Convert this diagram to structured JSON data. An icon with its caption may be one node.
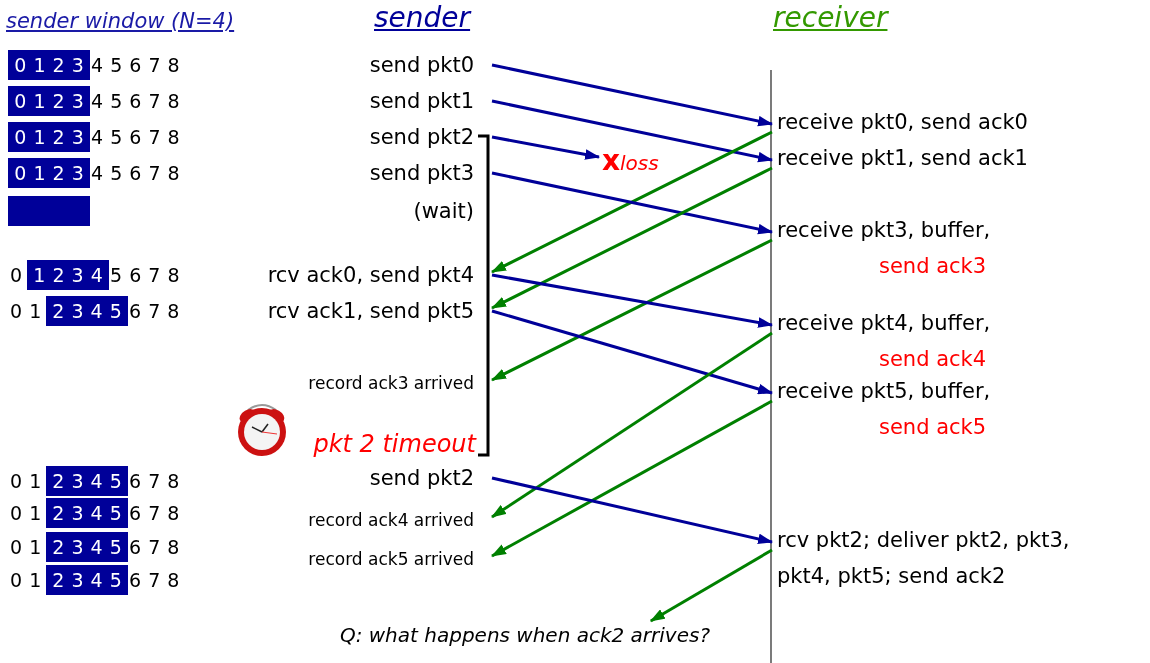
{
  "diagram": {
    "nodes": [
      {
        "text": [
          "0 1 2 3"
        ]
      },
      {
        "text": [
          "0 1 2 3"
        ]
      },
      {
        "text": [
          "0 1 2 3"
        ]
      },
      {
        "text": [
          "0 1 2 3"
        ]
      },
      {
        "text": [],
        "shape": "box"
      },
      {
        "text": [
          "1 2 3 4"
        ]
      },
      {
        "text": [
          "2 3 4 5"
        ]
      },
      {
        "text": [
          "2 3 4 5"
        ]
      },
      {
        "text": [
          "2 3 4 5"
        ]
      },
      {
        "text": [
          "2 3 4 5"
        ]
      },
      {
        "text": [
          "2 3 4 5"
        ]
      },
      {
        "text": [
          "send pkt0"
        ]
      },
      {
        "text": [
          "send pkt1"
        ]
      },
      {
        "text": [
          "send pkt2"
        ]
      },
      {
        "text": [
          "send pkt3"
        ]
      },
      {
        "text": [
          "rcv ack0, send pkt4"
        ]
      },
      {
        "text": [
          "rcv ack1, send pkt5"
        ]
      },
      {
        "text": [
          "record ack3 arrived"
        ]
      },
      {
        "text": [
          "send pkt2"
        ]
      },
      {
        "text": [
          "record ack4 arrived"
        ]
      },
      {
        "text": [
          "record ack5 arrived"
        ]
      },
      {
        "text": [
          "x",
          "loss"
        ]
      },
      {
        "text": [
          "receive pkt0, send ack0"
        ]
      },
      {
        "text": [
          "receive pkt1, send ack1"
        ]
      },
      {
        "text": [
          "receive pkt3, buffer,",
          "send ack3"
        ]
      },
      {
        "text": [
          "receive pkt4, buffer,",
          "send ack4"
        ]
      },
      {
        "text": [
          "receive pkt5, buffer,",
          "send ack5"
        ]
      },
      {
        "text": [
          "rcv pkt2; deliver pkt2, pkt3, pkt4, pkt5; send ack2"
        ]
      },
      {
        "text": [
          "Q: what happens when ack2 arrives?"
        ]
      }
    ],
    "edges": [
      {
        "from": 11,
        "to": 22,
        "arrow": "to"
      },
      {
        "from": 12,
        "to": 23,
        "arrow": "to"
      },
      {
        "from": 13,
        "to": 21,
        "arrow": "to"
      },
      {
        "from": 22,
        "to": 15,
        "arrow": "to",
        "color": "#008000"
      },
      {
        "from": 14,
        "to": 24,
        "arrow": "to"
      },
      {
        "from": 23,
        "to": 16,
        "arrow": "to",
        "color": "#008000"
      },
      {
        "from": 24,
        "to": 17,
        "arrow": "to",
        "color": "#008000"
      },
      {
        "from": 15,
        "to": 25,
        "arrow": "to"
      },
      {
        "from": 16,
        "to": 26,
        "arrow": "to"
      },
      {
        "from": 25,
        "to": 19,
        "arrow": "to",
        "color": "#008000"
      },
      {
        "from": 26,
        "to": 20,
        "arrow": "to",
        "color": "#008000"
      },
      {
        "from": 18,
        "to": 27,
        "arrow": "to"
      },
      {
        "from": 27,
        "to": 28,
        "arrow": "to",
        "color": "#008000"
      }
    ],
    "labels": [
      "sender window (N=4)",
      "sender",
      "receiver",
      "4 5 6 7 8",
      "4 5 6 7 8",
      "4 5 6 7 8",
      "4 5 6 7 8",
      "(wait)",
      "0",
      "5 6 7 8",
      "0 1",
      "6 7 8",
      "pkt 2 timeout",
      "0 1",
      "6 7 8",
      "0 1",
      "6 7 8",
      "0 1",
      "6 7 8",
      "0 1",
      "6 7 8"
    ]
  }
}
